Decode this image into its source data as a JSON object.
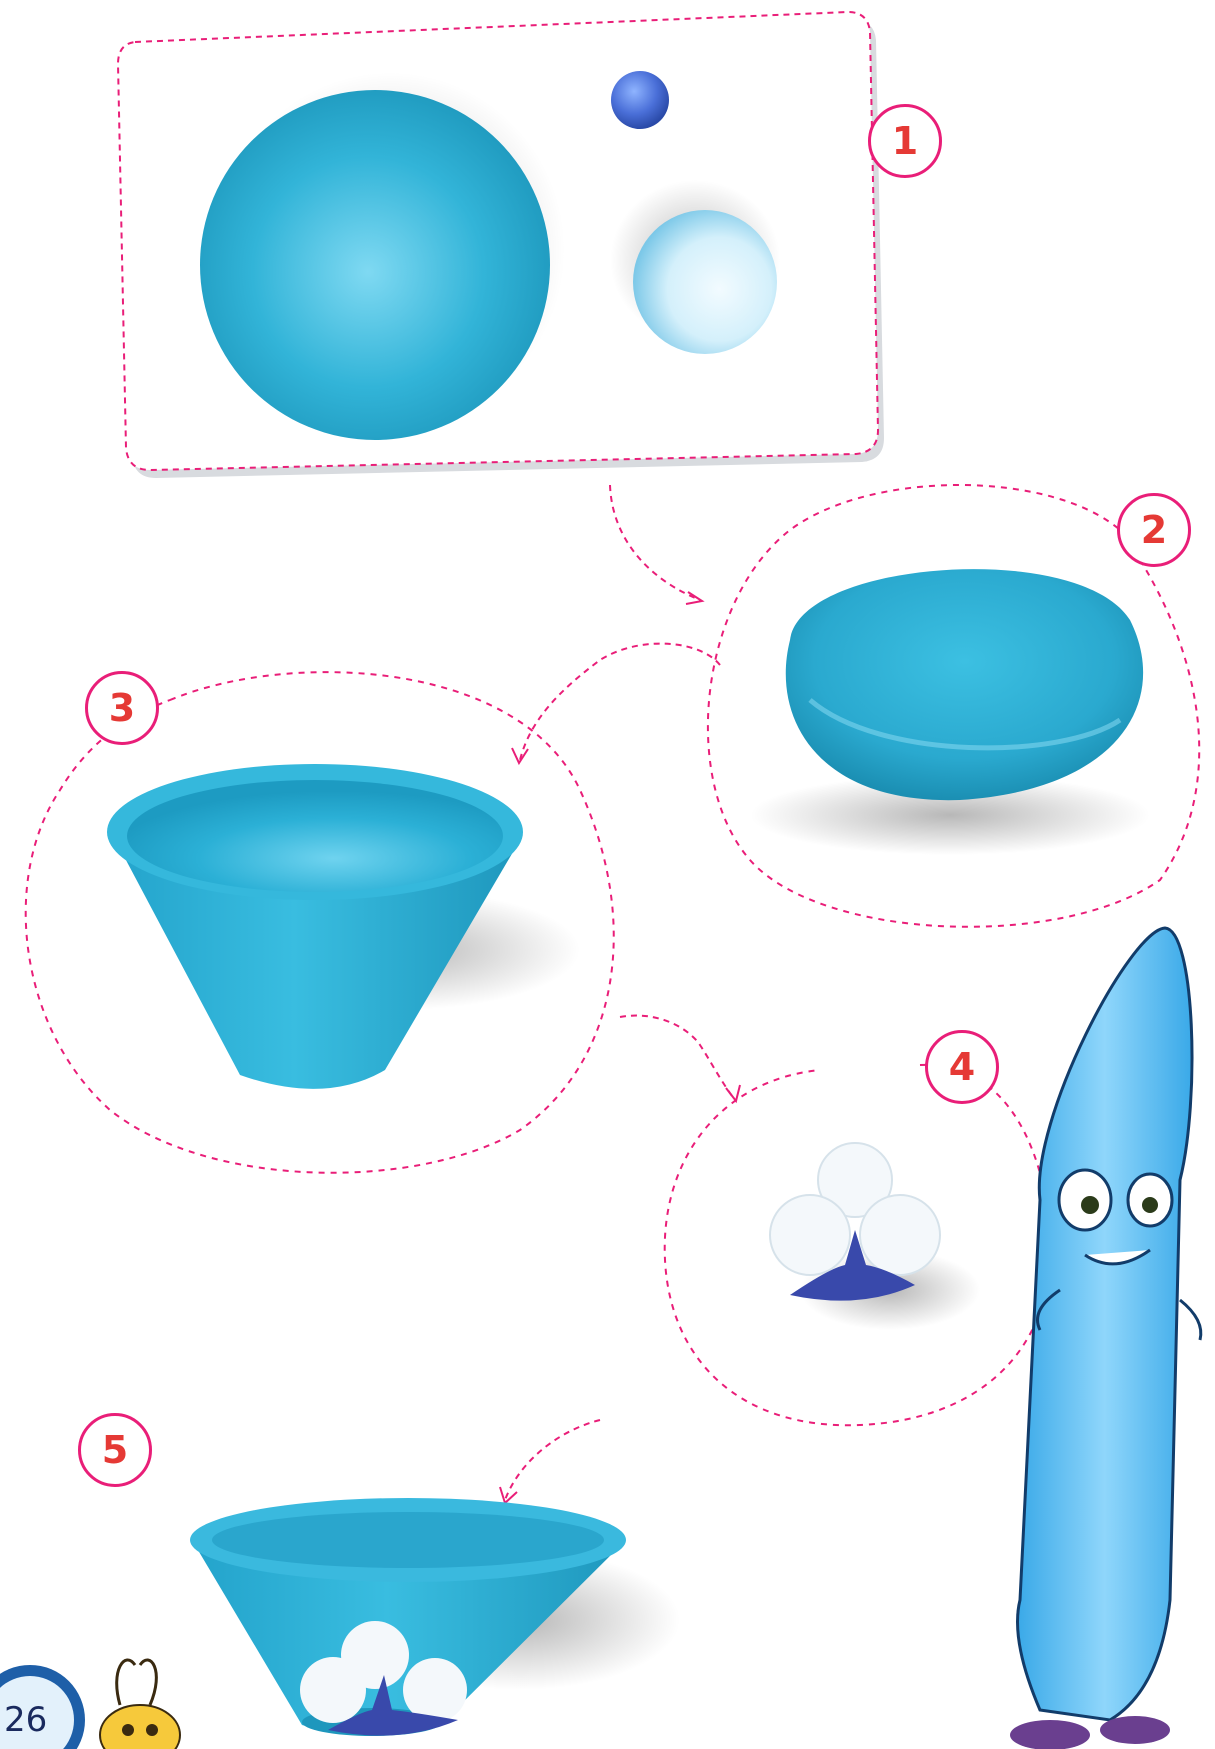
{
  "steps": [
    {
      "number": "1"
    },
    {
      "number": "2"
    },
    {
      "number": "3"
    },
    {
      "number": "4"
    },
    {
      "number": "5"
    }
  ],
  "page_number": "26",
  "colors": {
    "clay": "#2fb1d3",
    "clay_light": "#8fe0f5",
    "dash": "#e91e78",
    "badge_text": "#e53935",
    "flower_white": "#f4f8fb",
    "flower_blue": "#3949ab"
  },
  "icons": [
    "step-badge",
    "mascot-spoon-character",
    "mascot-bee-character",
    "page-number-badge"
  ]
}
